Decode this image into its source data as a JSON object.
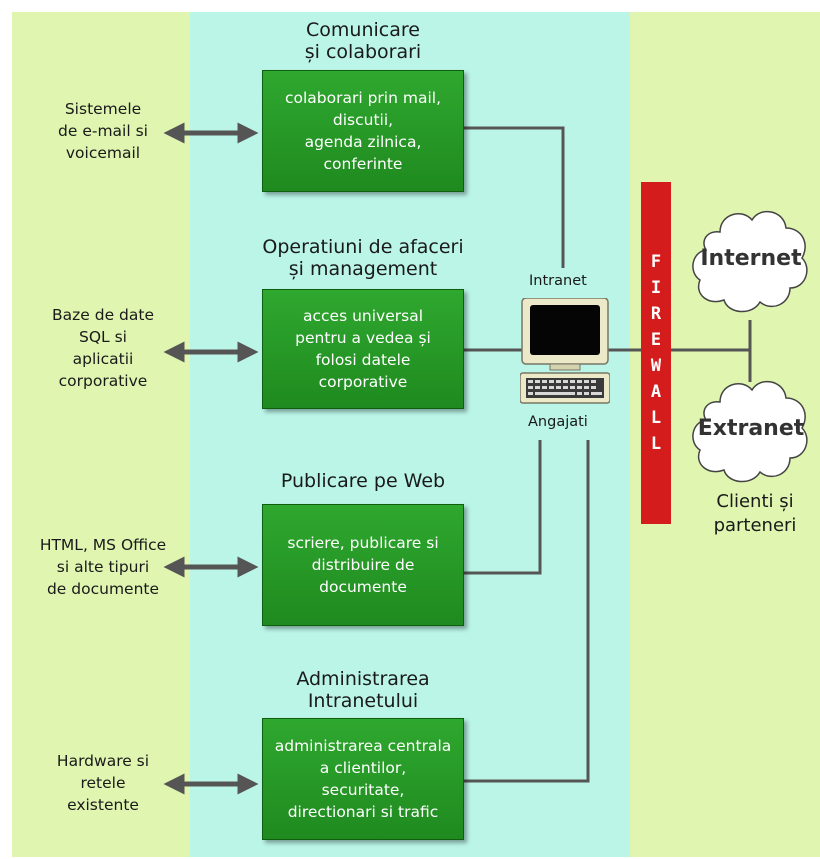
{
  "colors": {
    "left_panel": "#dff5b0",
    "middle_panel": "#baf5e8",
    "right_panel": "#dff5b0",
    "box_fill": "#2fa82f",
    "firewall": "#d41c1c"
  },
  "sections": [
    {
      "title": "Comunicare\nși colaborari",
      "box": "colaborari prin mail,\ndiscutii,\nagenda zilnica,\nconferinte",
      "source": "Sistemele\nde e-mail si\nvoicemail"
    },
    {
      "title": "Operatiuni de afaceri\nși management",
      "box": "acces universal\npentru a vedea și\nfolosi datele\ncorporative",
      "source": "Baze de date\nSQL si\naplicatii\ncorporative"
    },
    {
      "title": "Publicare pe Web",
      "box": "scriere, publicare si\ndistribuire de\ndocumente",
      "source": "HTML, MS Office\nsi alte tipuri\nde documente"
    },
    {
      "title": "Administrarea\nIntranetului",
      "box": "administrarea centrala\na clientilor,\nsecuritate,\ndirectionari si trafic",
      "source": "Hardware si\nretele\nexistente"
    }
  ],
  "intranet": {
    "label": "Intranet",
    "sublabel": "Angajati",
    "icon": "computer-icon"
  },
  "firewall": {
    "letters": [
      "F",
      "I",
      "R",
      "E",
      "W",
      "A",
      "L",
      "L"
    ]
  },
  "internet": {
    "label": "Internet",
    "icon": "cloud-icon"
  },
  "extranet": {
    "label": "Extranet",
    "icon": "cloud-icon",
    "caption": "Clienti și\nparteneri"
  }
}
